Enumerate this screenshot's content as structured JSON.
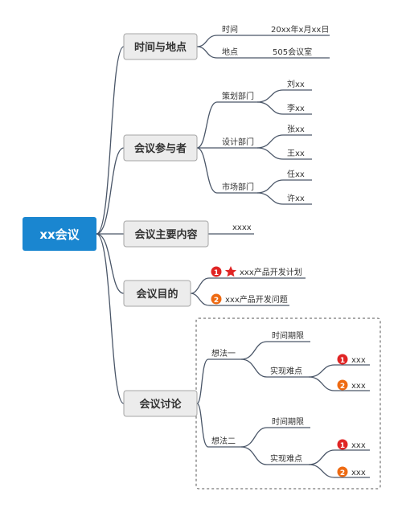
{
  "root": {
    "label": "xx会议",
    "color": "#1a86d0"
  },
  "branches": {
    "time_place": {
      "label": "时间与地点",
      "items": [
        {
          "label": "时间",
          "value": "20xx年x月xx日"
        },
        {
          "label": "地点",
          "value": "505会议室"
        }
      ]
    },
    "participants": {
      "label": "会议参与者",
      "departments": [
        {
          "label": "策划部门",
          "members": [
            "刘xx",
            "李xx"
          ]
        },
        {
          "label": "设计部门",
          "members": [
            "张xx",
            "王xx"
          ]
        },
        {
          "label": "市场部门",
          "members": [
            "任xx",
            "许xx"
          ]
        }
      ]
    },
    "content": {
      "label": "会议主要内容",
      "value": "xxxx"
    },
    "goals": {
      "label": "会议目的",
      "items": [
        {
          "badge": "1",
          "badge_color": "#e02424",
          "star": true,
          "text": "xxx产品开发计划"
        },
        {
          "badge": "2",
          "badge_color": "#ee6a12",
          "star": false,
          "text": "xxx产品开发问题"
        }
      ]
    },
    "discussion": {
      "label": "会议讨论",
      "ideas": [
        {
          "label": "想法一",
          "period": "时间期限",
          "difficulty": "实现难点",
          "points": [
            {
              "badge": "1",
              "badge_color": "#e02424",
              "text": "xxx"
            },
            {
              "badge": "2",
              "badge_color": "#ee6a12",
              "text": "xxx"
            }
          ]
        },
        {
          "label": "想法二",
          "period": "时间期限",
          "difficulty": "实现难点",
          "points": [
            {
              "badge": "1",
              "badge_color": "#e02424",
              "text": "xxx"
            },
            {
              "badge": "2",
              "badge_color": "#ee6a12",
              "text": "xxx"
            }
          ]
        }
      ]
    }
  },
  "colors": {
    "line": "#4a5668",
    "node_fill": "#ececec",
    "node_border": "#a6a6a6",
    "star": "#e02424"
  }
}
